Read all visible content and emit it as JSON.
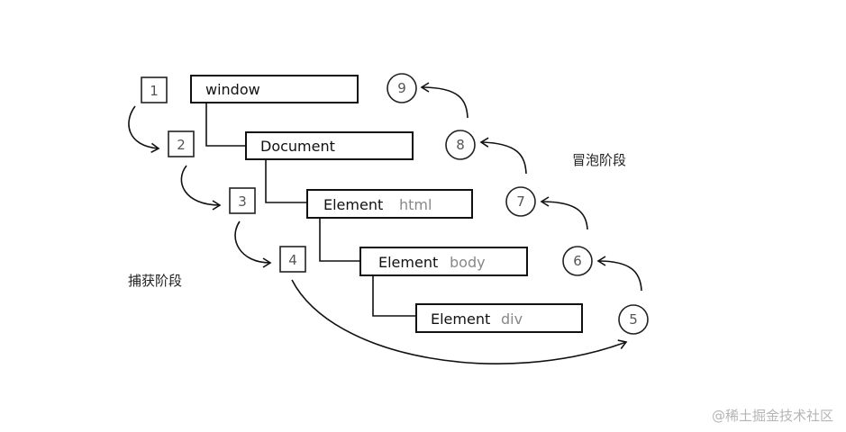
{
  "nodes": [
    {
      "main": "window",
      "sub": ""
    },
    {
      "main": "Document",
      "sub": ""
    },
    {
      "main": "Element",
      "sub": "html"
    },
    {
      "main": "Element",
      "sub": "body"
    },
    {
      "main": "Element",
      "sub": "div"
    }
  ],
  "capture_steps": [
    "1",
    "2",
    "3",
    "4"
  ],
  "bubble_steps": [
    "5",
    "6",
    "7",
    "8",
    "9"
  ],
  "labels": {
    "capture_phase": "捕获阶段",
    "bubble_phase": "冒泡阶段"
  },
  "watermark": "@稀土掘金技术社区"
}
